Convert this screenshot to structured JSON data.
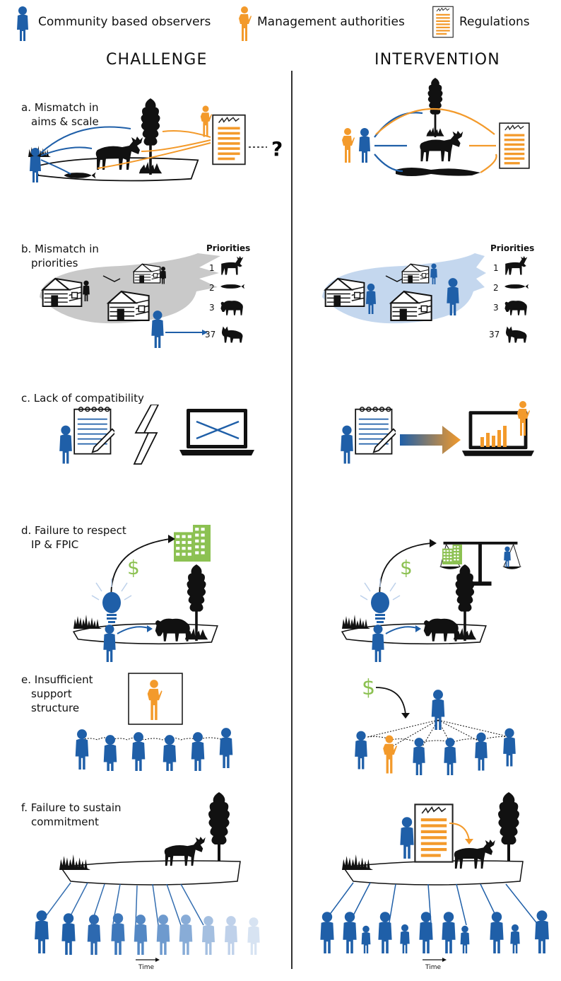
{
  "legend": {
    "community": "Community based observers",
    "management": "Management authorities",
    "regulations": "Regulations"
  },
  "headings": {
    "challenge": "CHALLENGE",
    "intervention": "INTERVENTION"
  },
  "rows": {
    "a": {
      "line1": "a. Mismatch in",
      "line2": "aims & scale",
      "question": "?"
    },
    "b": {
      "line1": "b. Mismatch in",
      "line2": "priorities",
      "priorities_title": "Priorities",
      "ranks": [
        "1",
        "2",
        "3",
        "37"
      ]
    },
    "c": {
      "line1": "c. Lack of compatibility"
    },
    "d": {
      "line1": "d. Failure to respect",
      "line2": "IP & FPIC",
      "dollar": "$"
    },
    "e": {
      "line1": "e. Insufficient",
      "line2": "support",
      "line3": "structure",
      "dollar": "$"
    },
    "f": {
      "line1": "f. Failure to sustain",
      "line2": "commitment"
    }
  },
  "time_label": "Time",
  "colors": {
    "blue": "#1f5fa8",
    "orange": "#f39a2b",
    "green": "#8cc152",
    "black": "#111111",
    "grey": "#c9c9c9",
    "lightblue": "#c4d7ee"
  }
}
